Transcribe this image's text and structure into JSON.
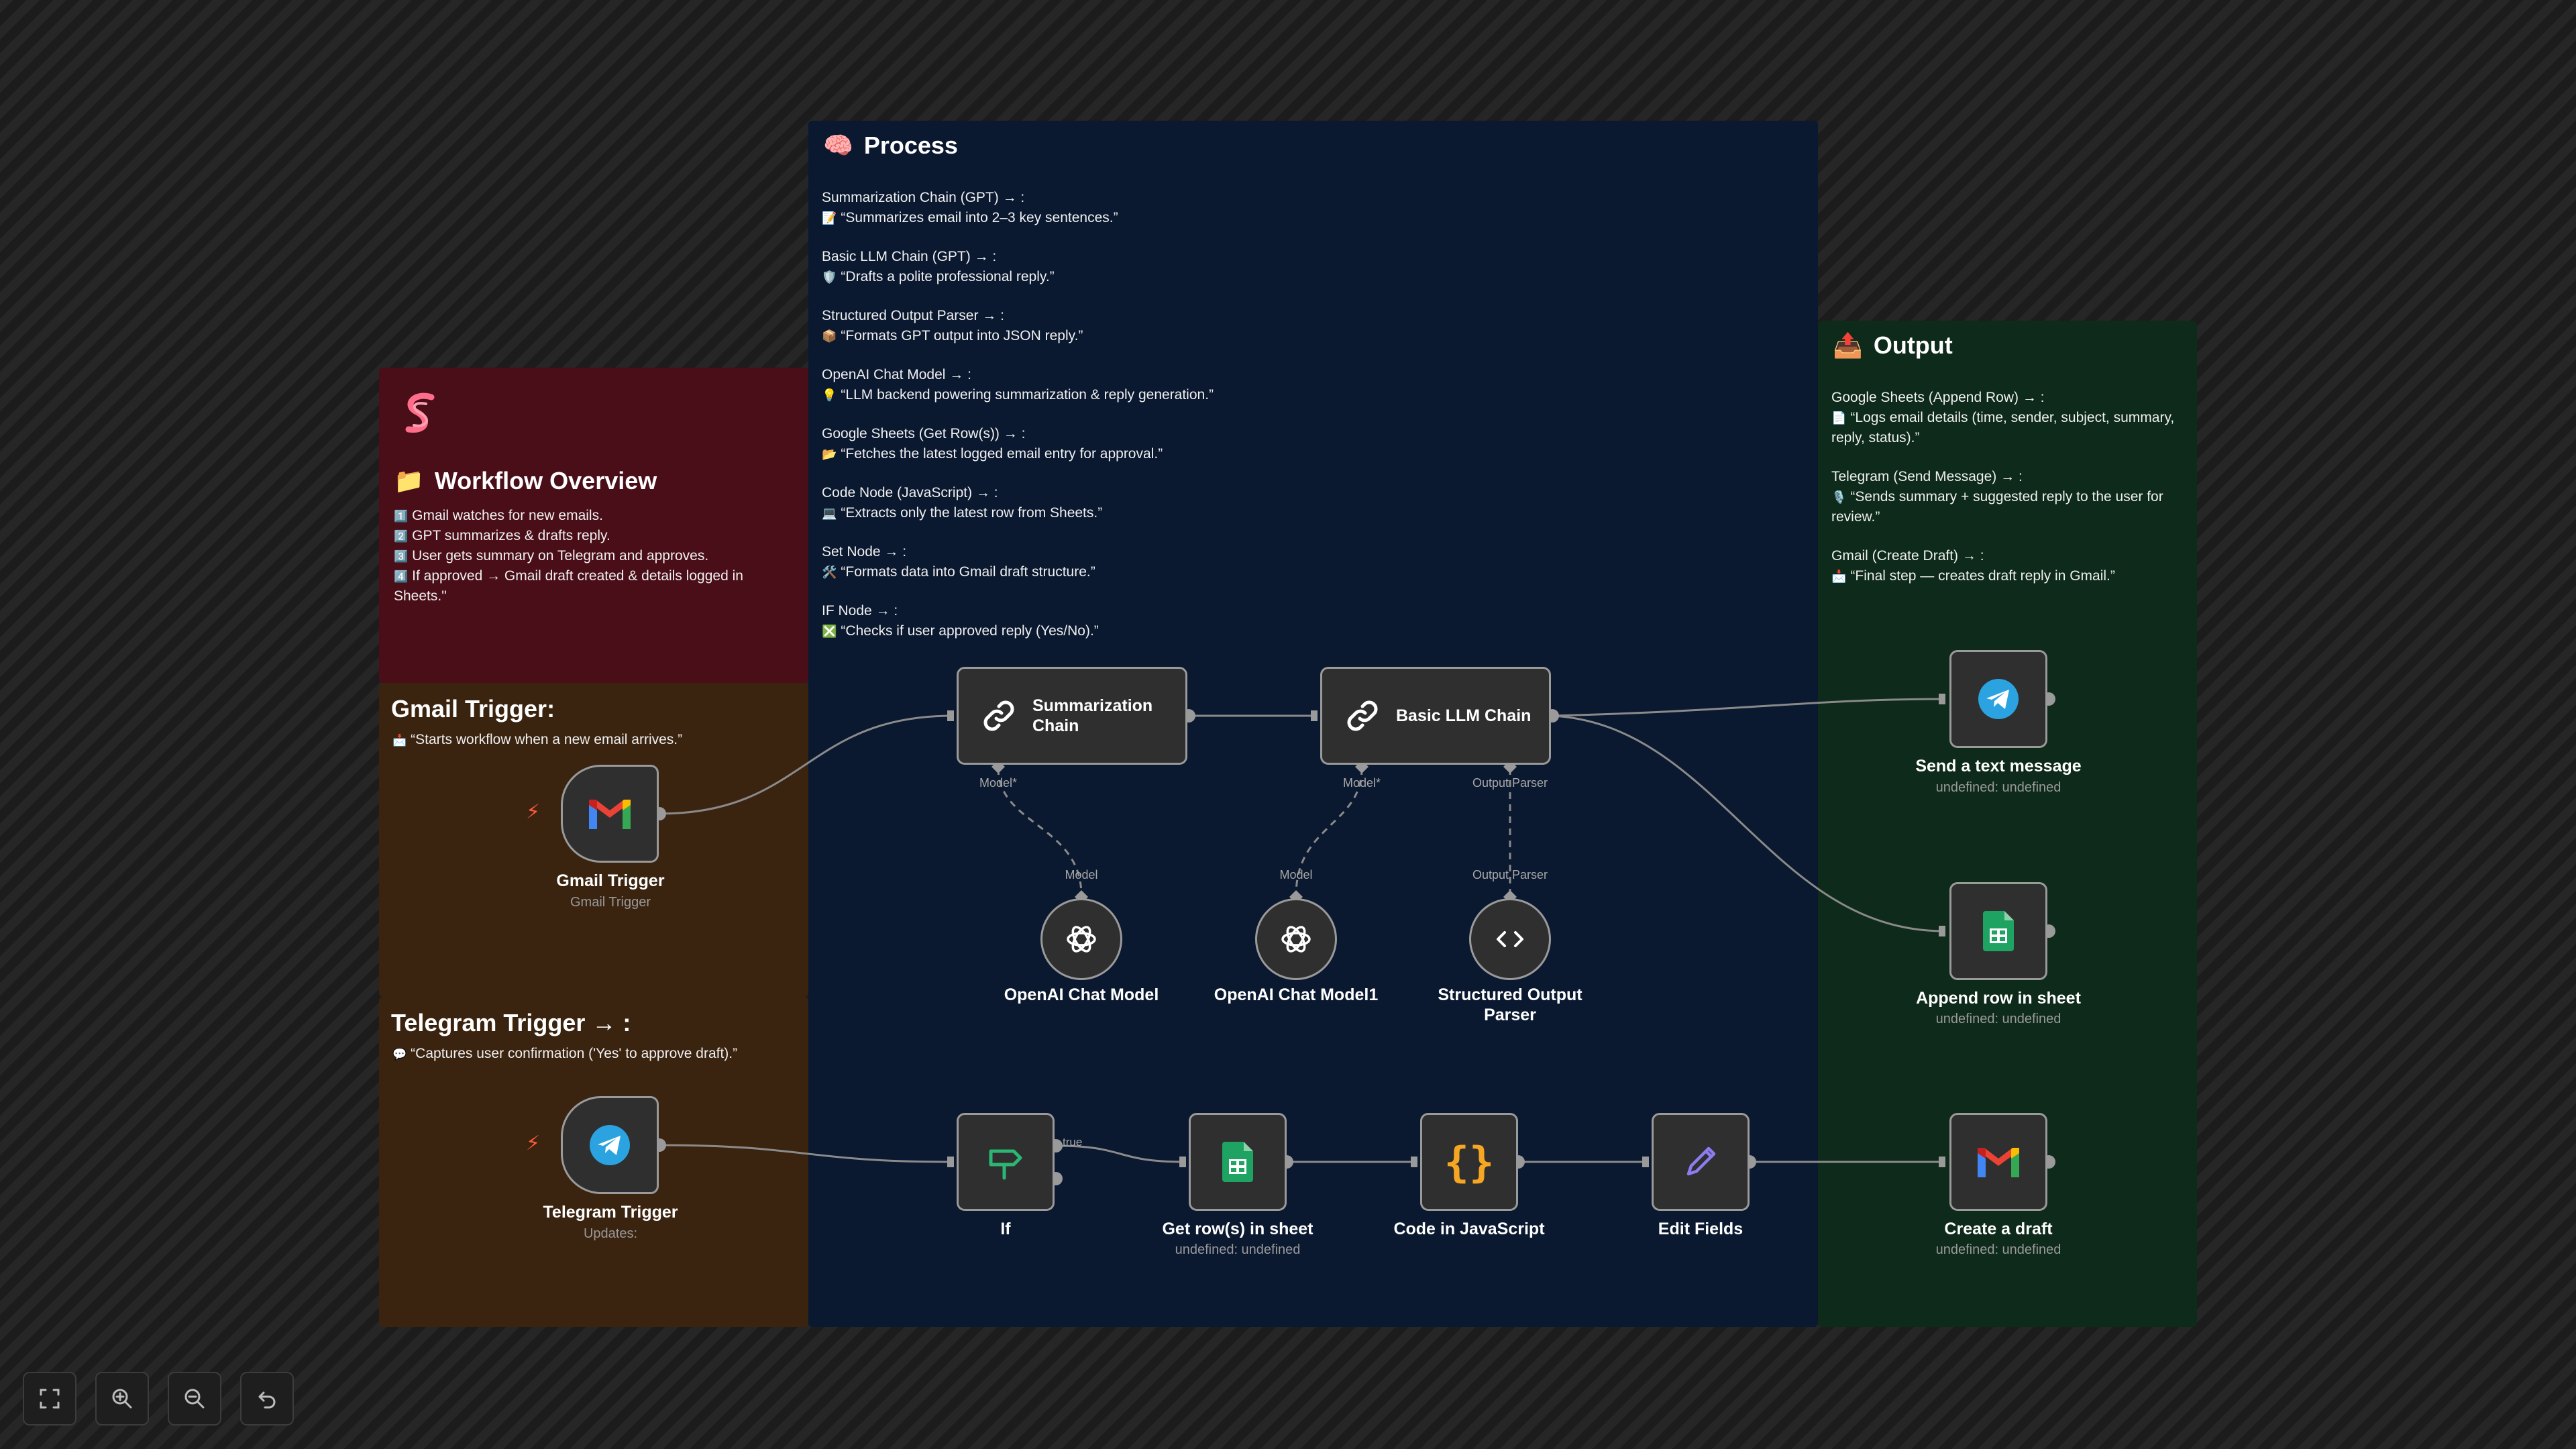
{
  "overview": {
    "title": "Workflow Overview",
    "title_emoji": "📁",
    "steps": [
      {
        "num": "1️⃣",
        "text": "Gmail watches for new emails."
      },
      {
        "num": "2️⃣",
        "text": "GPT summarizes & drafts reply."
      },
      {
        "num": "3️⃣",
        "text": "User gets summary on Telegram and approves."
      },
      {
        "num": "4️⃣",
        "text": "If approved → Gmail draft created & details logged in Sheets.\""
      }
    ]
  },
  "gmail_note": {
    "title": "Gmail Trigger:",
    "emoji": "📩",
    "desc": "“Starts workflow when a new email arrives.”"
  },
  "telegram_note": {
    "title": "Telegram Trigger → :",
    "emoji": "💬",
    "desc": "“Captures user confirmation ('Yes' to approve draft).”"
  },
  "process": {
    "title": "Process",
    "title_emoji": "🧠",
    "items": [
      {
        "head": "Summarization Chain (GPT) → :",
        "emoji": "📝",
        "desc": "“Summarizes email into 2–3 key sentences.”"
      },
      {
        "head": "Basic LLM Chain (GPT) → :",
        "emoji": "🛡️",
        "desc": "“Drafts a polite professional reply.”"
      },
      {
        "head": "Structured Output Parser → :",
        "emoji": "📦",
        "desc": "“Formats GPT output into JSON reply.”"
      },
      {
        "head": "OpenAI Chat Model → :",
        "emoji": "💡",
        "desc": "“LLM backend powering summarization & reply generation.”"
      },
      {
        "head": "Google Sheets (Get Row(s)) → :",
        "emoji": "📂",
        "desc": "“Fetches the latest logged email entry for approval.”"
      },
      {
        "head": "Code Node (JavaScript) → :",
        "emoji": "💻",
        "desc": "“Extracts only the latest row from Sheets.”"
      },
      {
        "head": "Set Node → :",
        "emoji": "🛠️",
        "desc": "“Formats data into Gmail draft structure.”"
      },
      {
        "head": "IF Node → :",
        "emoji": "❎",
        "desc": "“Checks if user approved reply (Yes/No).”"
      }
    ]
  },
  "output": {
    "title": "Output",
    "title_emoji": "📤",
    "items": [
      {
        "head": "Google Sheets (Append Row) → :",
        "emoji": "📄",
        "desc": "“Logs email details (time, sender, subject, summary, reply, status).”"
      },
      {
        "head": "Telegram (Send Message) → :",
        "emoji": "🎙️",
        "desc": "“Sends summary + suggested reply to the user for review.”"
      },
      {
        "head": "Gmail (Create Draft) → :",
        "emoji": "📩",
        "desc": "“Final step — creates draft reply in Gmail.”"
      }
    ]
  },
  "nodes": {
    "gmail_trigger": {
      "label": "Gmail Trigger",
      "sub": "Gmail Trigger"
    },
    "telegram_trigger": {
      "label": "Telegram Trigger",
      "sub": "Updates:"
    },
    "summarization": {
      "label": "Summarization Chain"
    },
    "basic_llm": {
      "label": "Basic LLM Chain"
    },
    "openai1": {
      "label": "OpenAI Chat Model"
    },
    "openai2": {
      "label": "OpenAI Chat Model1"
    },
    "parser": {
      "label": "Structured Output Parser"
    },
    "send_text": {
      "label": "Send a text message",
      "sub": "undefined: undefined"
    },
    "append_row": {
      "label": "Append row in sheet",
      "sub": "undefined: undefined"
    },
    "if": {
      "label": "If",
      "true_label": "true"
    },
    "get_rows": {
      "label": "Get row(s) in sheet",
      "sub": "undefined: undefined"
    },
    "code_js": {
      "label": "Code in JavaScript"
    },
    "edit_fields": {
      "label": "Edit Fields"
    },
    "create_draft": {
      "label": "Create a draft",
      "sub": "undefined: undefined"
    }
  },
  "ports": {
    "model_req": "Model*",
    "model": "Model",
    "output_parser": "Output Parser"
  },
  "colors": {
    "gmail_red": "#ea4335",
    "telegram_blue": "#2aa3e0",
    "sheets_green": "#1ea362",
    "code_orange": "#f5a623",
    "edit_purple": "#8c7cf0",
    "if_green": "#2bb673"
  }
}
